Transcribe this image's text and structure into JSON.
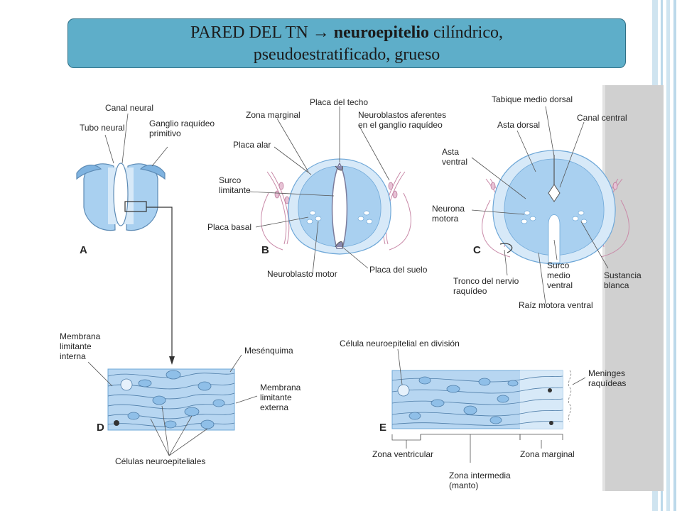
{
  "title": {
    "part1": "PARED DEL TN ",
    "arrow": "→",
    "bold": " neuroepitelio",
    "part2": " cilíndrico,",
    "line2": "pseudoestratificado, grueso"
  },
  "panels": {
    "A": {
      "letter": "A",
      "labels": {
        "canal_neural": "Canal neural",
        "tubo_neural": "Tubo neural",
        "ganglio_1": "Ganglio raquídeo",
        "ganglio_2": "primitivo"
      }
    },
    "B": {
      "letter": "B",
      "labels": {
        "placa_techo": "Placa del techo",
        "zona_marginal": "Zona marginal",
        "neuroblastos_1": "Neuroblastos aferentes",
        "neuroblastos_2": "en el ganglio raquídeo",
        "placa_alar": "Placa alar",
        "surco_1": "Surco",
        "surco_2": "limitante",
        "placa_basal": "Placa basal",
        "neuroblasto_motor": "Neuroblasto motor",
        "placa_suelo": "Placa del suelo"
      }
    },
    "C": {
      "letter": "C",
      "labels": {
        "tabique": "Tabique medio dorsal",
        "canal_central": "Canal central",
        "asta_dorsal": "Asta dorsal",
        "asta_ventral_1": "Asta",
        "asta_ventral_2": "ventral",
        "neurona_1": "Neurona",
        "neurona_2": "motora",
        "tronco_1": "Tronco del nervio",
        "tronco_2": "raquídeo",
        "surco_medio_1": "Surco",
        "surco_medio_2": "medio",
        "surco_medio_3": "ventral",
        "sustancia_1": "Sustancia",
        "sustancia_2": "blanca",
        "raiz": "Raíz motora ventral"
      }
    },
    "D": {
      "letter": "D",
      "labels": {
        "membrana_int_1": "Membrana",
        "membrana_int_2": "limitante",
        "membrana_int_3": "interna",
        "mesenquima": "Mesénquima",
        "membrana_ext_1": "Membrana",
        "membrana_ext_2": "limitante",
        "membrana_ext_3": "externa",
        "celulas": "Células neuroepiteliales"
      }
    },
    "E": {
      "letter": "E",
      "labels": {
        "division": "Célula neuroepitelial en división",
        "meninges_1": "Meninges",
        "meninges_2": "raquídeas",
        "zona_ventricular": "Zona ventricular",
        "zona_marginal": "Zona marginal",
        "zona_intermedia_1": "Zona intermedia",
        "zona_intermedia_2": "(manto)"
      }
    }
  },
  "colors": {
    "header_bg": "#5eaec9",
    "tissue_light": "#d7e9f8",
    "tissue_mid": "#a9d0f0",
    "tissue_dark": "#6fa8d8",
    "nerve_pink": "#c98aa8",
    "stripe": "#bcd9ea"
  }
}
